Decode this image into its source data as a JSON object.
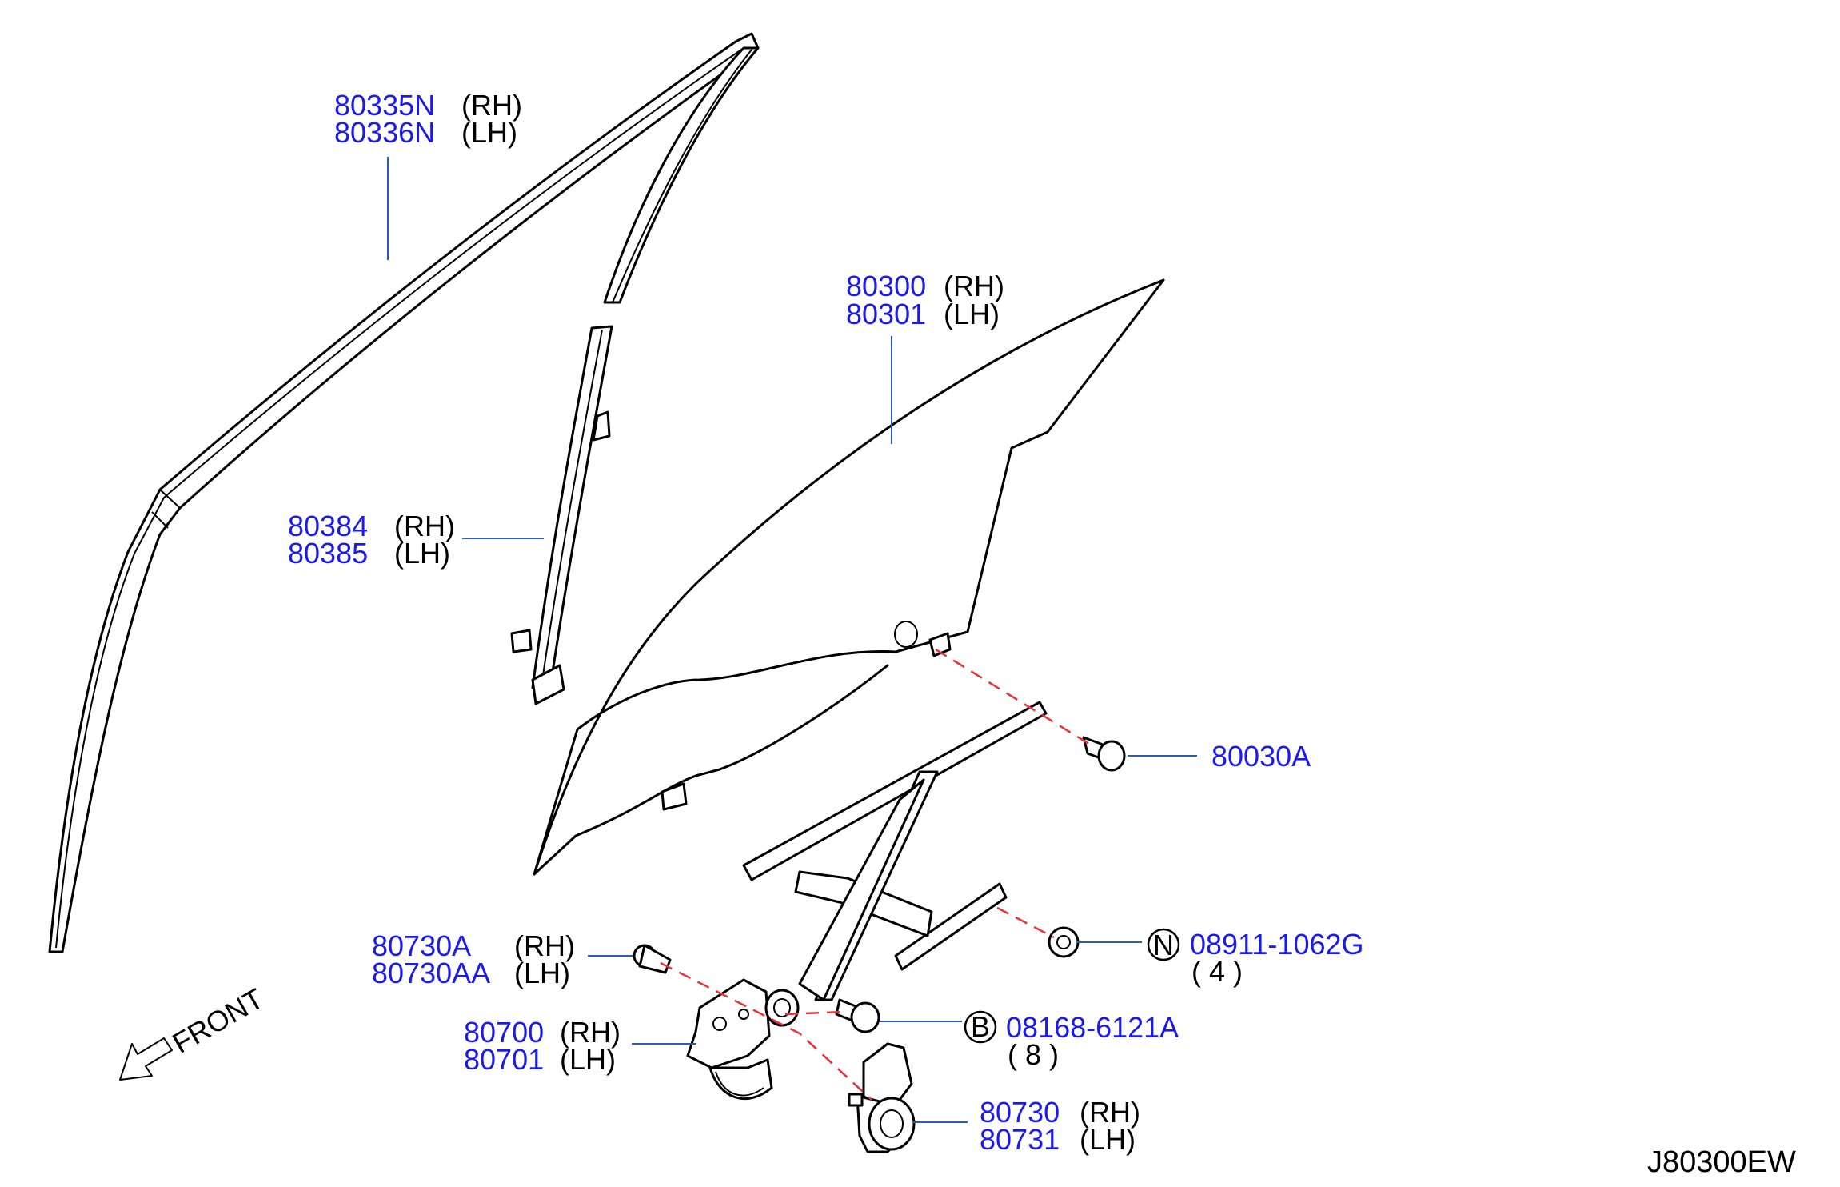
{
  "diagram_code": "J80300EW",
  "front_label": "FRONT",
  "parts": [
    {
      "id": "sash_molding",
      "rh_no": "80335N",
      "lh_no": "80336N",
      "rh": "(RH)",
      "lh": "(LH)"
    },
    {
      "id": "glass",
      "rh_no": "80300",
      "lh_no": "80301",
      "rh": "(RH)",
      "lh": "(LH)"
    },
    {
      "id": "run_channel",
      "rh_no": "80384",
      "lh_no": "80385",
      "rh": "(RH)",
      "lh": "(LH)"
    },
    {
      "id": "bolt_regulator",
      "rh_no": "80730A",
      "lh_no": "80730AA",
      "rh": "(RH)",
      "lh": "(LH)"
    },
    {
      "id": "regulator",
      "rh_no": "80700",
      "lh_no": "80701",
      "rh": "(RH)",
      "lh": "(LH)"
    },
    {
      "id": "motor",
      "rh_no": "80730",
      "lh_no": "80731",
      "rh": "(RH)",
      "lh": "(LH)"
    }
  ],
  "single_parts": [
    {
      "id": "glass_bolt",
      "no": "80030A"
    }
  ],
  "std_parts": [
    {
      "id": "nut",
      "symbol": "N",
      "no": "08911-1062G",
      "qty": "( 4 )"
    },
    {
      "id": "bolt",
      "symbol": "B",
      "no": "08168-6121A",
      "qty": "( 8 )"
    }
  ]
}
